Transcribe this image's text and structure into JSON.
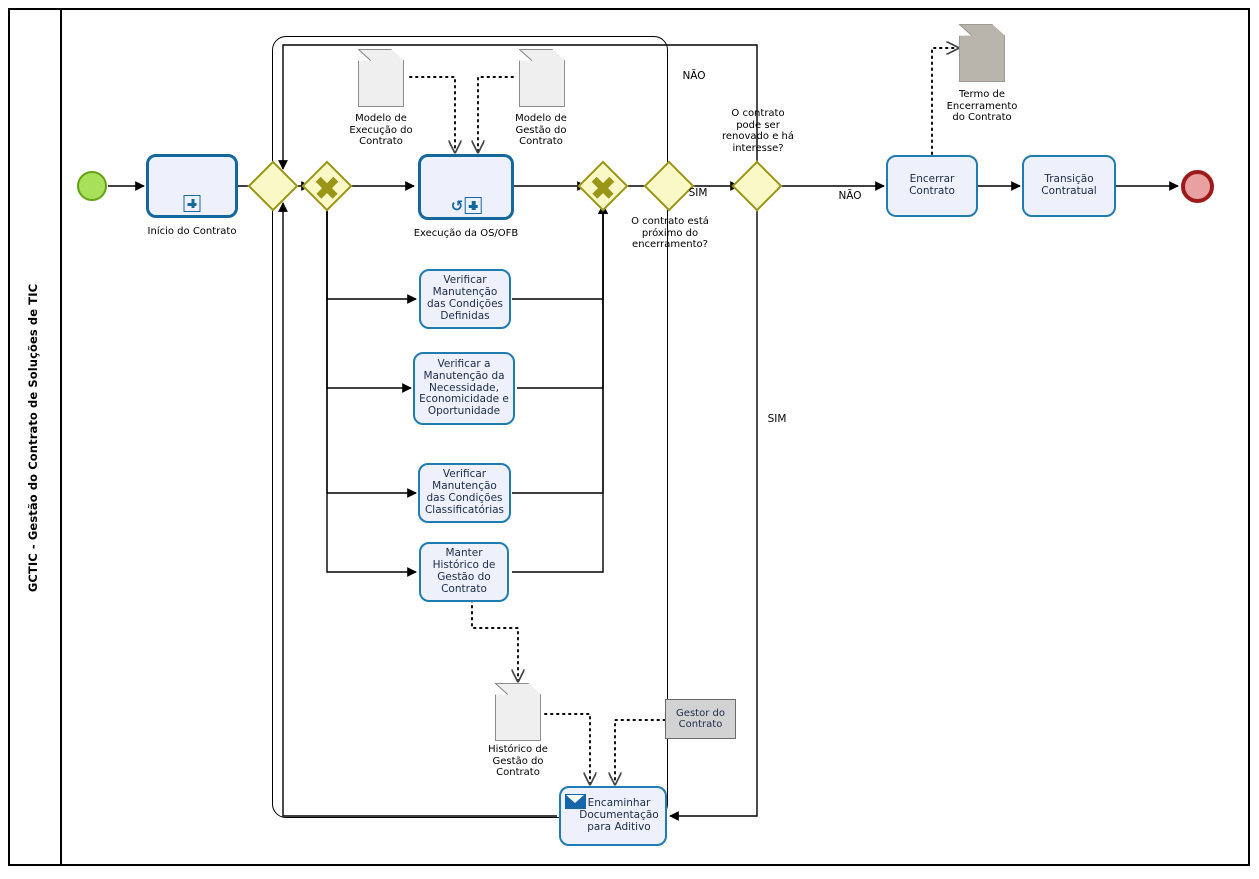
{
  "pool": {
    "lane_title": "GCTIC - Gestão do Contrato de Soluções de TIC"
  },
  "events": {
    "start": {
      "name": "start-event",
      "label": ""
    },
    "end": {
      "name": "end-event",
      "label": ""
    }
  },
  "tasks": [
    {
      "id": "inicio-contrato",
      "label": "",
      "caption": "Início do Contrato",
      "marker": "expand"
    },
    {
      "id": "execucao-os-ofb",
      "label": "",
      "caption": "Execução da OS/OFB",
      "marker": "loop-expand"
    },
    {
      "id": "verificar-condicoes-definidas",
      "label": "Verificar\nManutenção\ndas Condições\nDefinidas",
      "caption": "",
      "marker": "none"
    },
    {
      "id": "verificar-necessidade",
      "label": "Verificar a\nManutenção da\nNecessidade,\nEconomicidade e\nOportunidade",
      "caption": "",
      "marker": "none"
    },
    {
      "id": "verificar-condicoes-classificatorias",
      "label": "Verificar\nManutenção\ndas Condições\nClassificatórias",
      "caption": "",
      "marker": "none"
    },
    {
      "id": "manter-historico",
      "label": "Manter\nHistórico de\nGestão do\nContrato",
      "caption": "",
      "marker": "none"
    },
    {
      "id": "encaminhar-documentacao",
      "label": "Encaminhar\nDocumentação\npara Aditivo",
      "caption": "",
      "marker": "message"
    },
    {
      "id": "encerrar-contrato",
      "label": "Encerrar\nContrato",
      "caption": "",
      "marker": "none"
    },
    {
      "id": "transicao-contratual",
      "label": "Transição\nContratual",
      "caption": "",
      "marker": "none"
    }
  ],
  "gateways": [
    {
      "id": "gw-merge-exclusive",
      "type": "exclusive",
      "label": ""
    },
    {
      "id": "gw-split-parallel",
      "type": "parallel",
      "label": ""
    },
    {
      "id": "gw-join-parallel",
      "type": "parallel",
      "label": ""
    },
    {
      "id": "gw-proximo-encerramento",
      "type": "exclusive",
      "label": "O contrato está\npróximo do\nencerramento?"
    },
    {
      "id": "gw-renovacao",
      "type": "exclusive",
      "label": "O contrato\npode ser\nrenovado e há\ninteresse?"
    }
  ],
  "documents": [
    {
      "id": "modelo-execucao",
      "label": "Modelo de\nExecução do\nContrato",
      "color": "#efefef"
    },
    {
      "id": "modelo-gestao",
      "label": "Modelo de\nGestão do\nContrato",
      "color": "#efefef"
    },
    {
      "id": "historico-gestao",
      "label": "Histórico de\nGestão do\nContrato",
      "color": "#efefef"
    },
    {
      "id": "termo-encerramento",
      "label": "Termo de\nEncerramento\ndo Contrato",
      "color": "#b9b5ac"
    }
  ],
  "annotations": [
    {
      "id": "gestor-do-contrato",
      "label": "Gestor do\nContrato"
    }
  ],
  "flow_labels": {
    "nao_loop": "NÃO",
    "sim_encerramento": "SIM",
    "nao_renovacao": "NÃO",
    "sim_renovacao": "SIM"
  },
  "colors": {
    "task_fill": "#eef1fb",
    "task_stroke": "#1f7bb0",
    "gateway_fill": "#fbf8c8",
    "gateway_stroke": "#9a9618",
    "start_fill": "#a8e05a",
    "start_stroke": "#62a312",
    "end_fill": "#e8a0a0",
    "end_stroke": "#9c1a1a",
    "doc_fill": "#efefef",
    "annotation_fill": "#d2d2d2"
  }
}
